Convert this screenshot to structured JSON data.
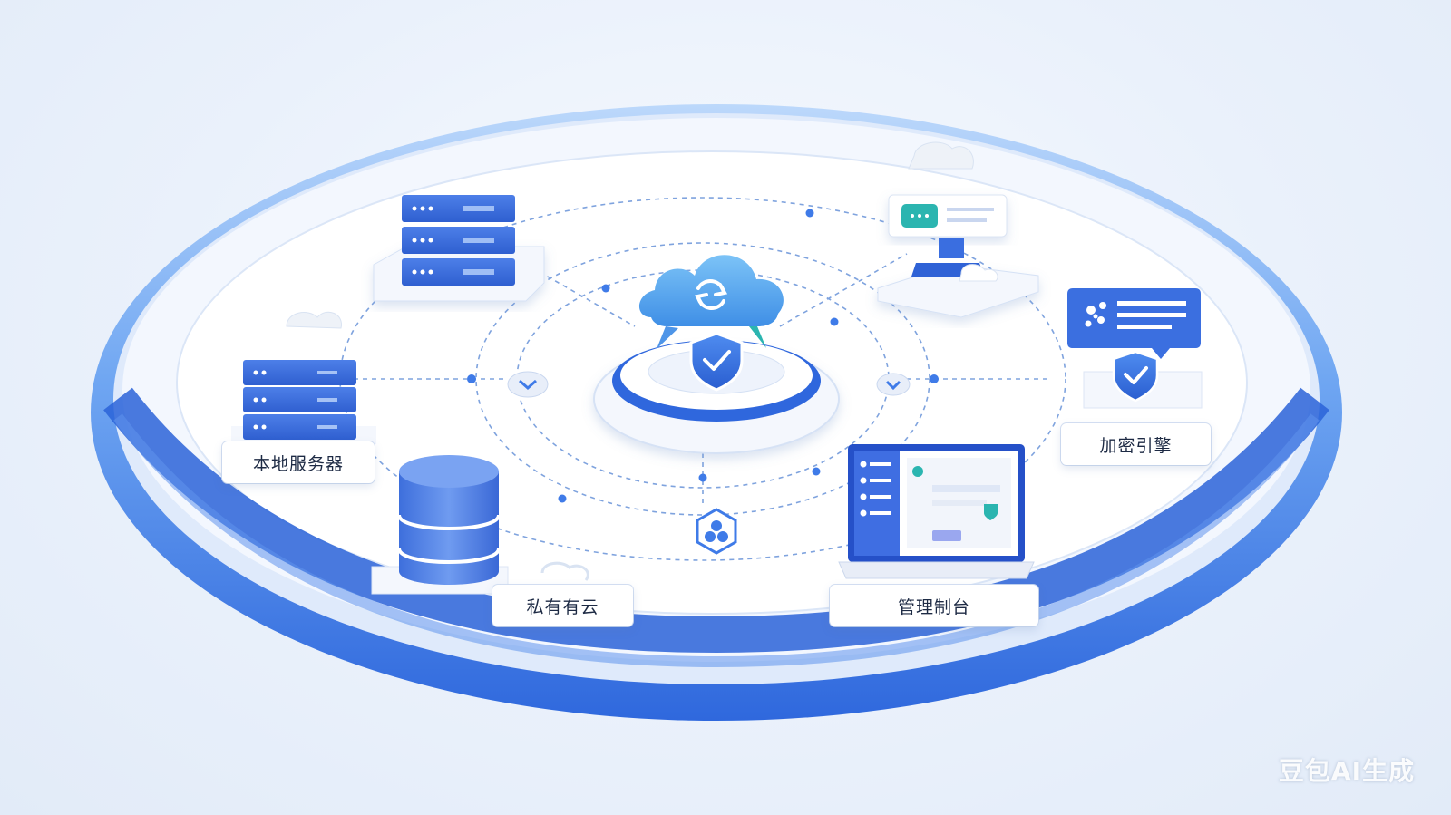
{
  "labels": {
    "local_server": "本地服务器",
    "private_cloud": "私有有云",
    "management_console": "管理制台",
    "encryption_engine": "加密引擎"
  },
  "watermark": "豆包AI生成",
  "colors": {
    "primary_blue": "#3b6fe0",
    "light_blue": "#9cc6f7",
    "cloud_blue": "#5aa9ee",
    "teal": "#2bb5b0",
    "background": "#eef3fb"
  }
}
